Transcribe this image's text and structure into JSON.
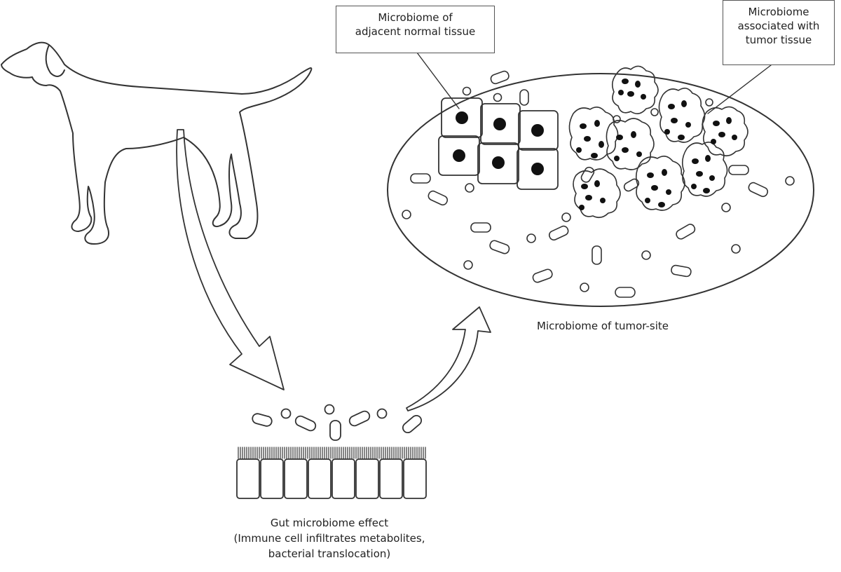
{
  "labels": {
    "normal_tissue": [
      "Microbiome of",
      "adjacent normal tissue"
    ],
    "tumor_tissue": [
      "Microbiome",
      "associated with",
      "tumor tissue"
    ],
    "tumor_site": "Microbiome of tumor-site",
    "gut_effect": [
      "Gut microbiome effect",
      "(Immune cell infiltrates metabolites,",
      "bacterial translocation)"
    ]
  },
  "style": {
    "line": "#333333",
    "fill": "#ffffff",
    "nucleus": "#111111"
  }
}
